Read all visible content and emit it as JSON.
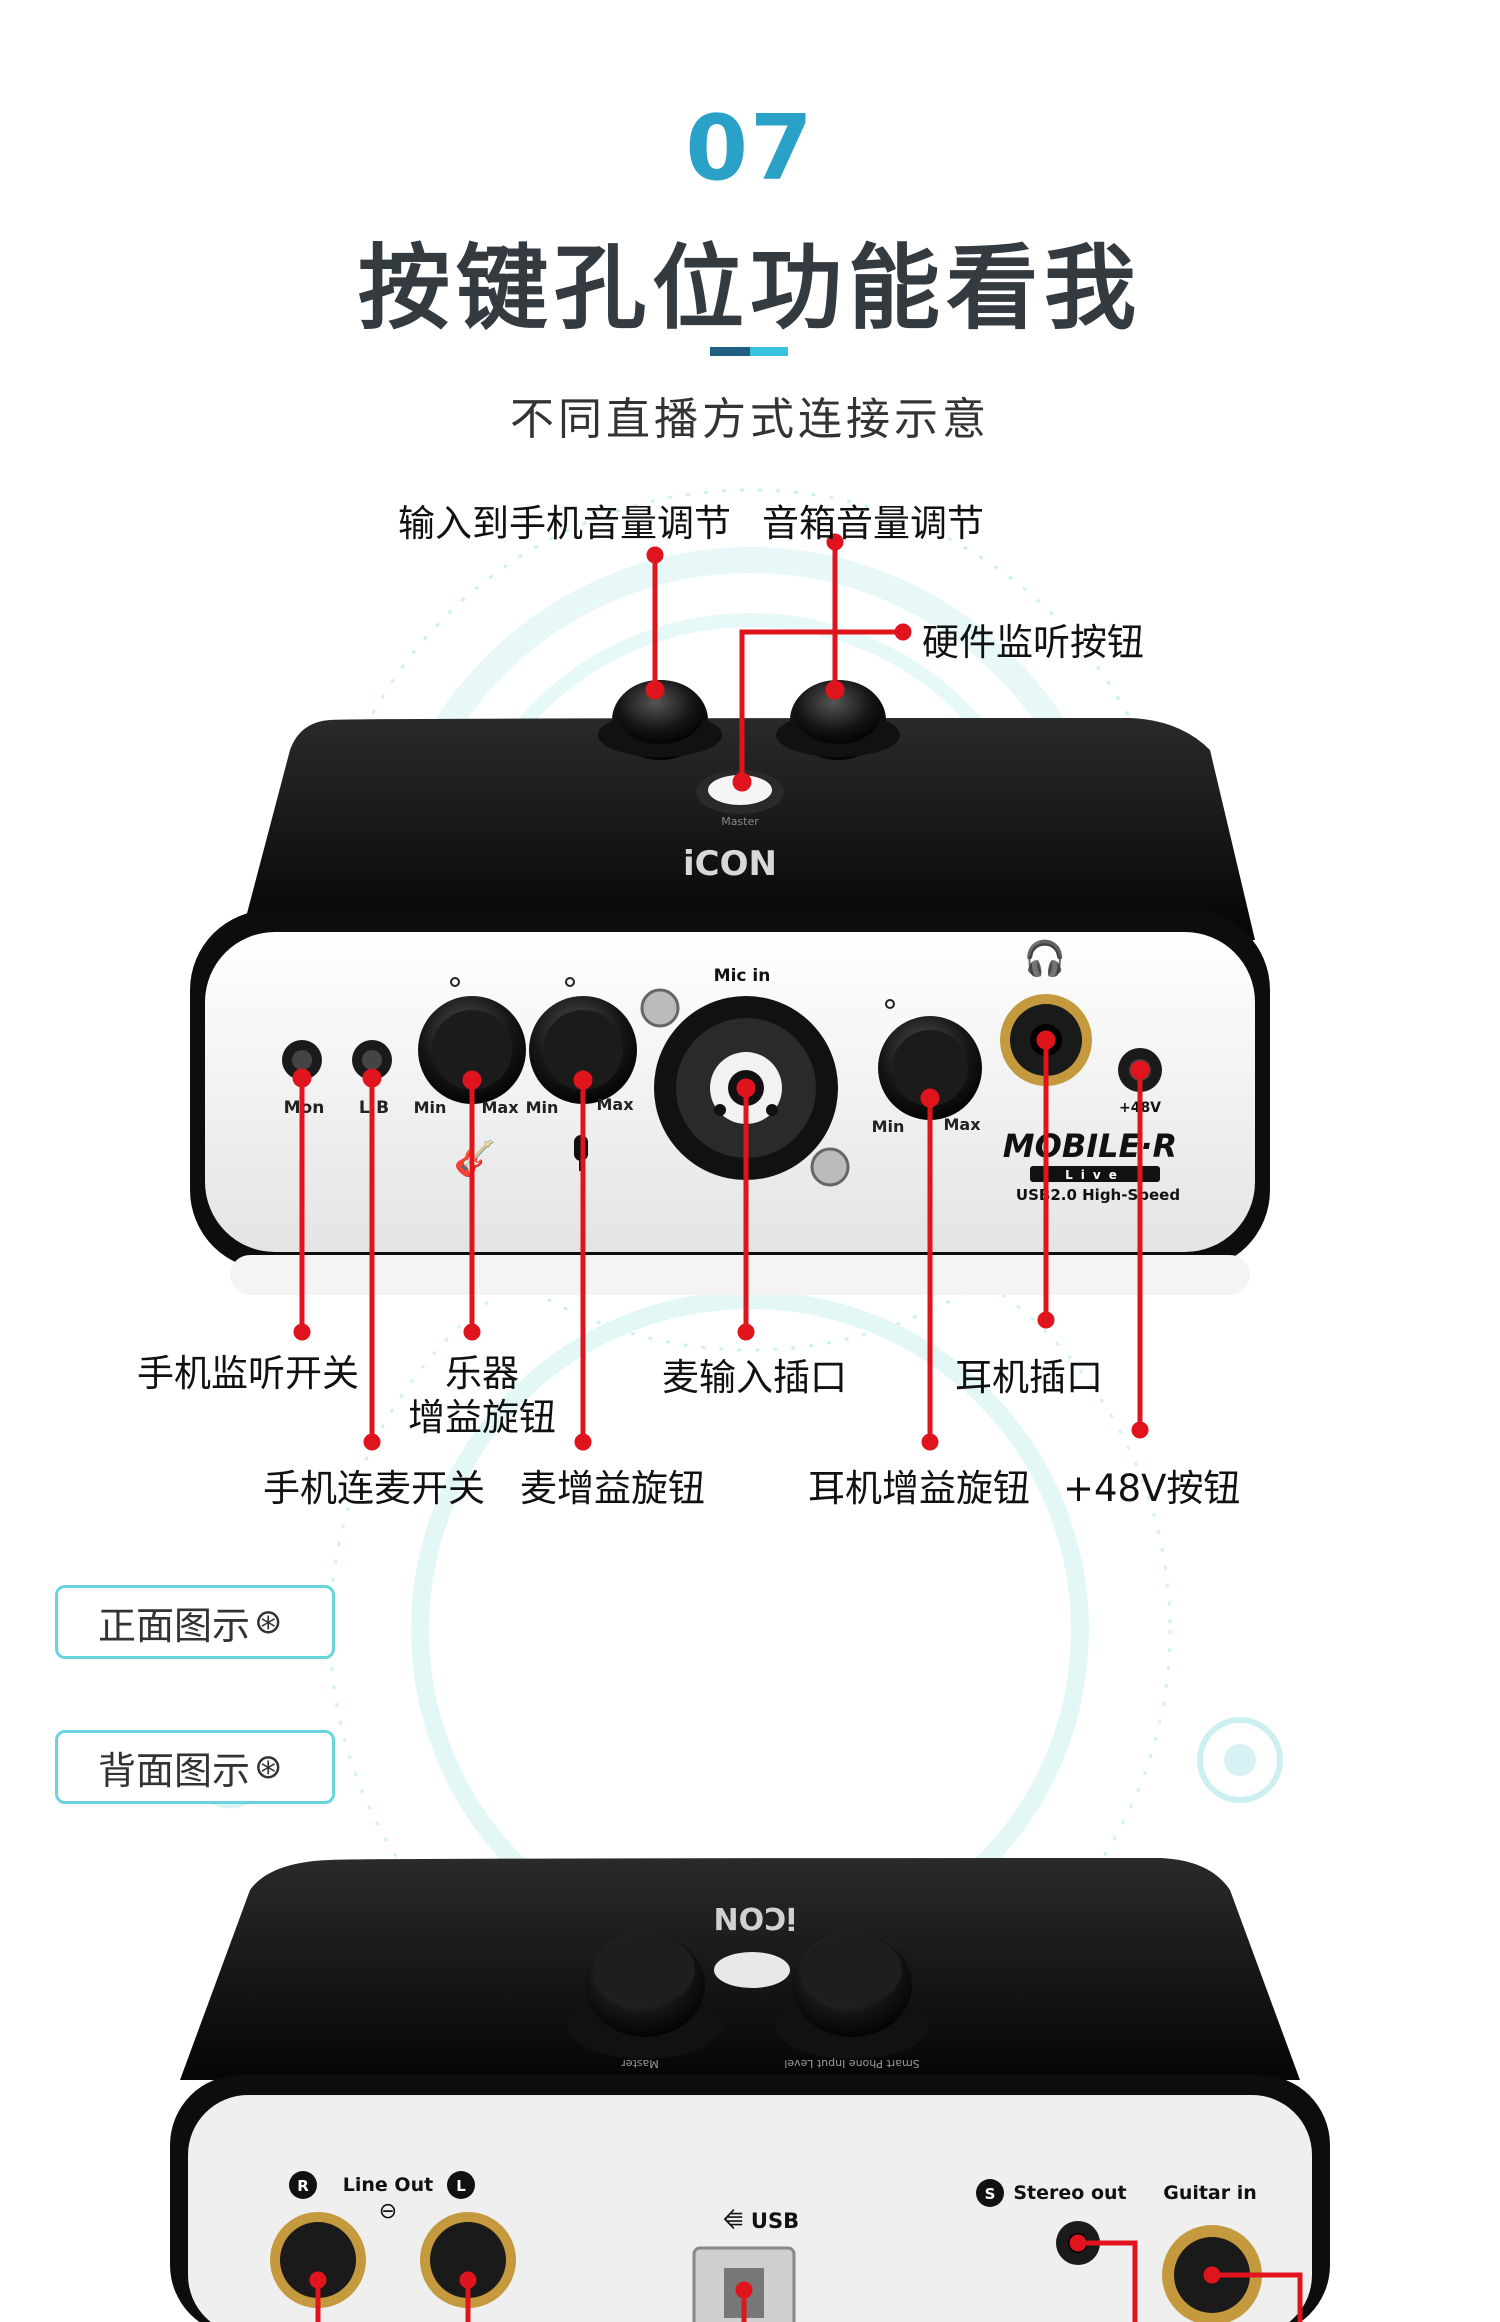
{
  "header": {
    "section_number": "07",
    "title": "按键孔位功能看我",
    "subtitle": "不同直播方式连接示意"
  },
  "front_device": {
    "brand": "iCON",
    "model": "MOBILE·R",
    "model_sub": "Live",
    "usb_label": "USB2.0 High-Speed",
    "top_knob_labels": [
      "Min",
      "Max",
      "Min",
      "Max"
    ],
    "master_label": "Master",
    "panel_labels": {
      "mon": "Mon",
      "lb": "L.B",
      "min1": "Min",
      "max1": "Max",
      "min2": "Min",
      "max2": "Max",
      "mic_in": "Mic in",
      "min3": "Min",
      "max3": "Max",
      "phantom": "+48V"
    }
  },
  "callouts": {
    "input_to_phone_volume": "输入到手机音量调节",
    "speaker_volume": "音箱音量调节",
    "hardware_monitor_button": "硬件监听按钮",
    "phone_monitor_switch": "手机监听开关",
    "instrument_gain_line1": "乐器",
    "instrument_gain_line2": "增益旋钮",
    "mic_input_jack": "麦输入插口",
    "headphone_jack": "耳机插口",
    "phone_link_mic_switch": "手机连麦开关",
    "mic_gain_knob": "麦增益旋钮",
    "headphone_gain_knob": "耳机增益旋钮",
    "phantom_power_button": "+48V按钮"
  },
  "view_buttons": {
    "front": "正面图示",
    "front_icon": "chevron-up-circle-icon",
    "back": "背面图示",
    "back_icon": "chevron-down-circle-icon"
  },
  "back_device": {
    "brand_mirrored": "iCON",
    "master_label": "Master",
    "input_level_label": "Smart Phone Input Level",
    "line_out": "Line Out",
    "r_badge": "R",
    "l_badge": "L",
    "usb": "USB",
    "s_badge": "S",
    "stereo_out": "Stereo out",
    "guitar_in": "Guitar in"
  },
  "colors": {
    "accent_number": "#2aa1c6",
    "title": "#333a40",
    "callout_line": "#e0141c",
    "button_border": "#6ad4de",
    "device_body": "#141414",
    "device_panel": "#f2f2f2"
  }
}
